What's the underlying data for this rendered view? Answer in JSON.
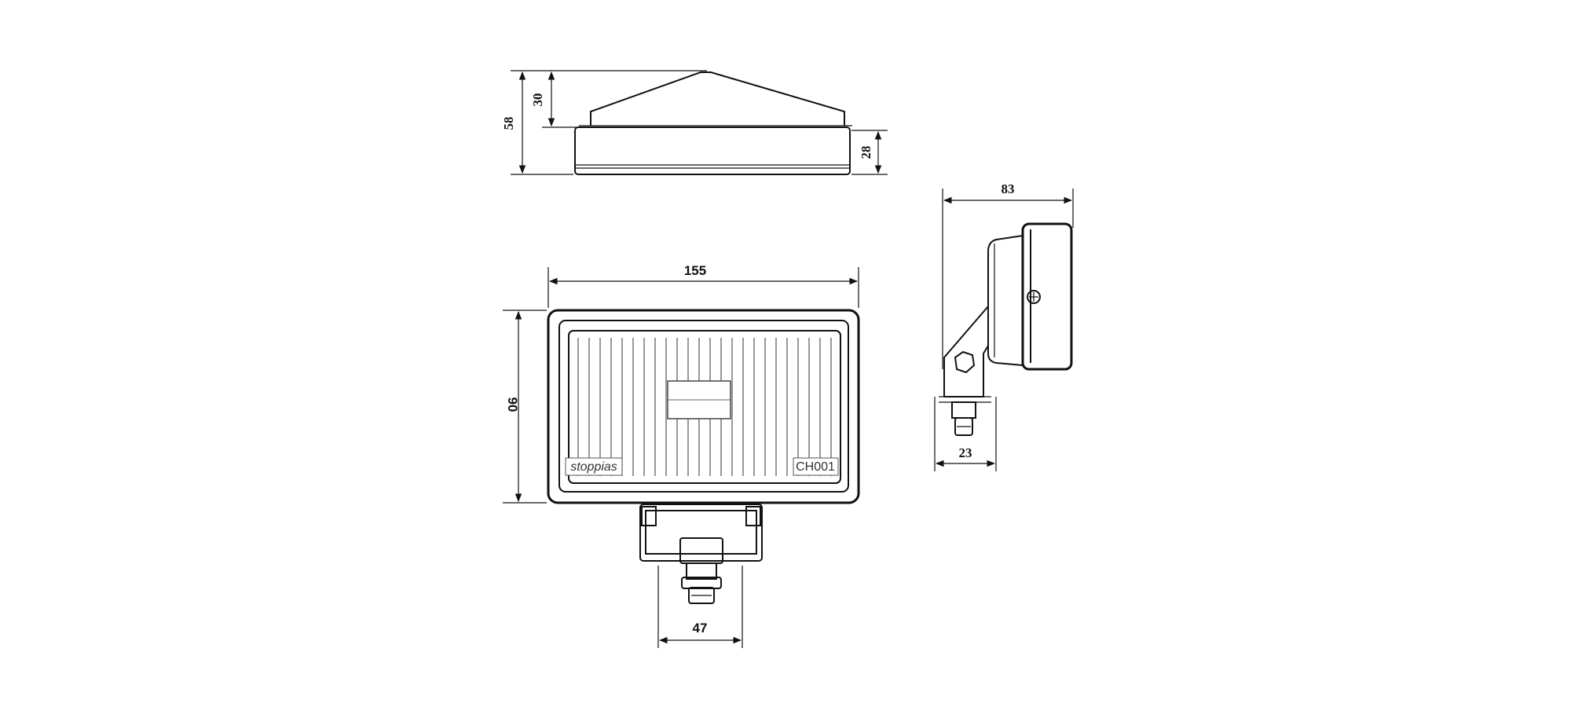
{
  "dimensions": {
    "overall_height_side": "58",
    "dome_height": "30",
    "body_depth": "28",
    "width": "155",
    "height": "90",
    "bracket_width": "47",
    "side_depth": "83",
    "side_bracket": "23"
  },
  "lens_labels": {
    "brand": "stoppias",
    "model": "CH001"
  },
  "colors": {
    "line": "#111111",
    "lens_line": "#555555",
    "background": "#ffffff"
  }
}
